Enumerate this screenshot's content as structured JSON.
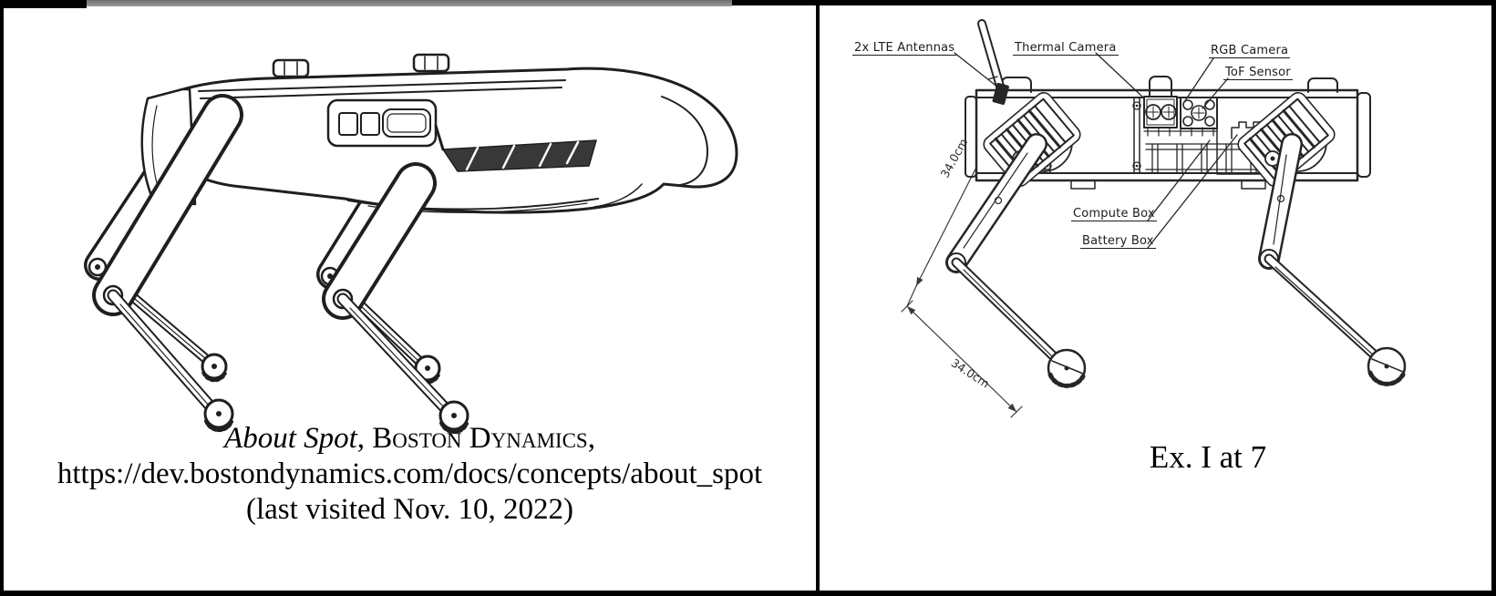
{
  "panels": {
    "left": {
      "figure": "spot-robot-line-drawing",
      "caption": {
        "title_italic": "About Spot",
        "sep": ", ",
        "publisher_smallcaps": "Boston Dynamics",
        "trailing_comma": ",",
        "url_line": "https://dev.bostondynamics.com/docs/concepts/about_spot",
        "visited_line": "(last visited Nov. 10, 2022)"
      }
    },
    "right": {
      "figure": "accused-robot-engineering-diagram",
      "labels": {
        "antennas": "2x LTE Antennas",
        "thermal_camera": "Thermal Camera",
        "rgb_camera": "RGB Camera",
        "tof_sensor": "ToF Sensor",
        "compute_box": "Compute Box",
        "battery_box": "Battery Box",
        "upper_leg_dimension": "34.0cm",
        "lower_leg_dimension": "34.0cm"
      },
      "caption": "Ex. I at 7"
    }
  },
  "colors": {
    "ink": "#1f1f1f",
    "paper": "#ffffff",
    "border": "#000000",
    "top_bar_gray": "#8a8a8a",
    "vent_dark": "#383838"
  }
}
